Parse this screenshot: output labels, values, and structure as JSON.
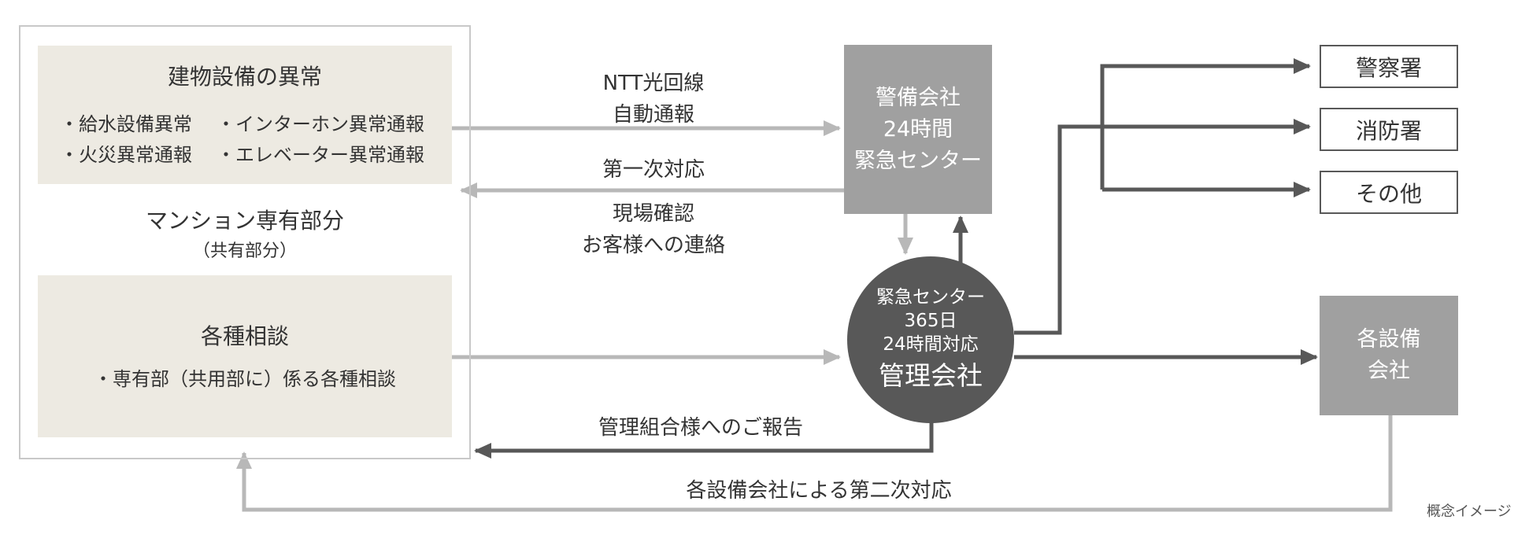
{
  "left_panel_top": {
    "title": "建物設備の異常",
    "items": [
      "・給水設備異常",
      "・インターホン異常通報",
      "・火災異常通報",
      "・エレベーター異常通報"
    ]
  },
  "left_middle": {
    "title": "マンション専有部分",
    "subtitle": "（共有部分）"
  },
  "left_panel_bottom": {
    "title": "各種相談",
    "item": "・専有部（共用部に）係る各種相談"
  },
  "arrows": {
    "ntt_line1": "NTT光回線",
    "ntt_line2": "自動通報",
    "first_response": "第一次対応",
    "site_check_line1": "現場確認",
    "site_check_line2": "お客様への連絡",
    "report": "管理組合様へのご報告",
    "second_response": "各設備会社による第二次対応"
  },
  "security_center": {
    "lines": [
      "警備会社",
      "24時間",
      "緊急センター"
    ]
  },
  "emergency_circle": {
    "lines": [
      "緊急センター",
      "365日",
      "24時間対応"
    ],
    "main": "管理会社"
  },
  "destinations": {
    "police": "警察署",
    "fire": "消防署",
    "other": "その他"
  },
  "equipment_company": {
    "lines": [
      "各設備",
      "会社"
    ]
  },
  "footnote": "概念イメージ",
  "colors": {
    "light_arrow": "#b8b8b8",
    "dark_arrow": "#585858",
    "panel_bg": "#edeae2",
    "gray_box": "#a0a0a0"
  }
}
